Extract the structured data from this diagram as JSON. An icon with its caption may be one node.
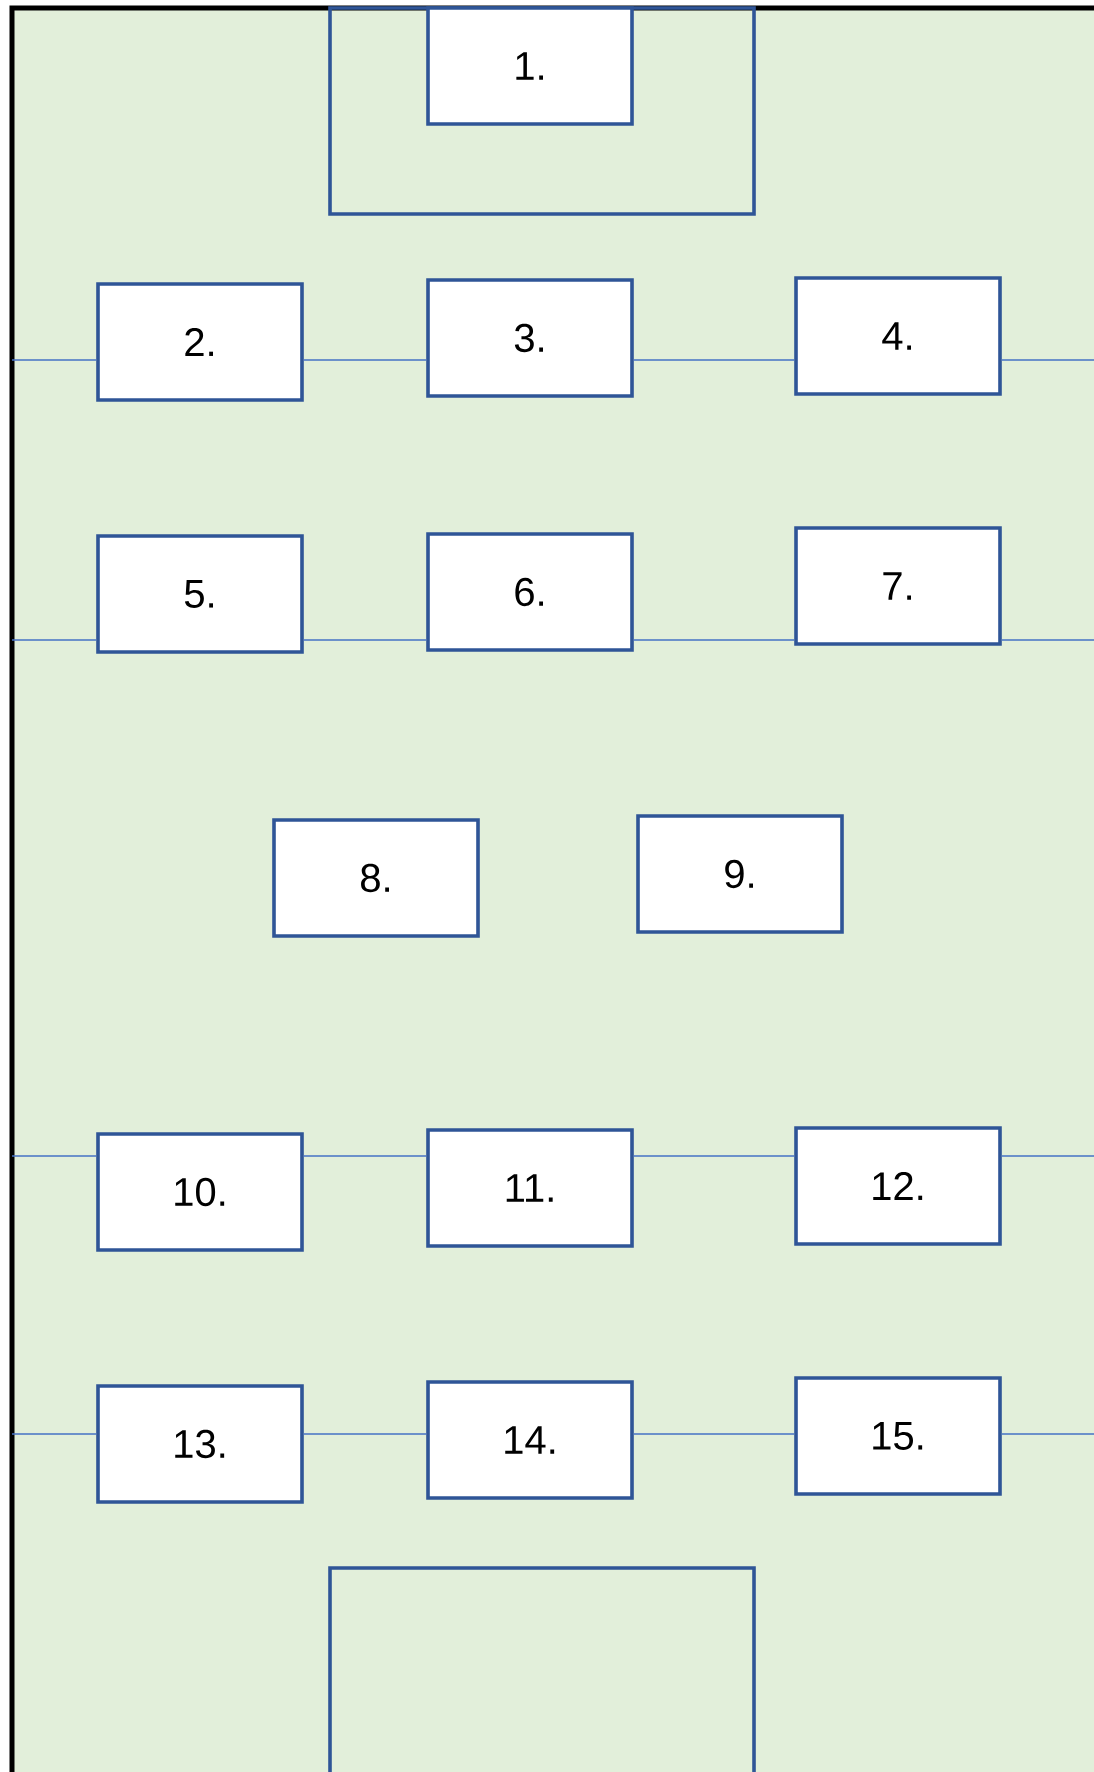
{
  "diagram": {
    "nodes": [
      {
        "text": [
          "1."
        ]
      },
      {
        "text": [
          "2."
        ]
      },
      {
        "text": [
          "3."
        ]
      },
      {
        "text": [
          "4."
        ]
      },
      {
        "text": [
          "5."
        ]
      },
      {
        "text": [
          "6."
        ]
      },
      {
        "text": [
          "7."
        ]
      },
      {
        "text": [
          "8."
        ]
      },
      {
        "text": [
          "9."
        ]
      },
      {
        "text": [
          "10."
        ]
      },
      {
        "text": [
          "11."
        ]
      },
      {
        "text": [
          "12."
        ]
      },
      {
        "text": [
          "13."
        ]
      },
      {
        "text": [
          "14."
        ]
      },
      {
        "text": [
          "15."
        ]
      }
    ],
    "edges": [
      {
        "from": null,
        "to": 1,
        "arrow": "none"
      },
      {
        "from": 1,
        "to": 2,
        "arrow": "none"
      },
      {
        "from": 2,
        "to": 3,
        "arrow": "none"
      },
      {
        "from": 3,
        "to": null,
        "arrow": "none"
      },
      {
        "from": null,
        "to": 4,
        "arrow": "none"
      },
      {
        "from": 4,
        "to": 5,
        "arrow": "none"
      },
      {
        "from": 5,
        "to": 6,
        "arrow": "none"
      },
      {
        "from": 6,
        "to": null,
        "arrow": "none"
      },
      {
        "from": null,
        "to": 9,
        "arrow": "none"
      },
      {
        "from": 9,
        "to": 10,
        "arrow": "none"
      },
      {
        "from": 10,
        "to": 11,
        "arrow": "none"
      },
      {
        "from": 11,
        "to": null,
        "arrow": "none"
      },
      {
        "from": null,
        "to": 12,
        "arrow": "none"
      },
      {
        "from": 12,
        "to": 13,
        "arrow": "none"
      },
      {
        "from": 13,
        "to": 14,
        "arrow": "none"
      },
      {
        "from": 14,
        "to": null,
        "arrow": "none"
      }
    ]
  }
}
